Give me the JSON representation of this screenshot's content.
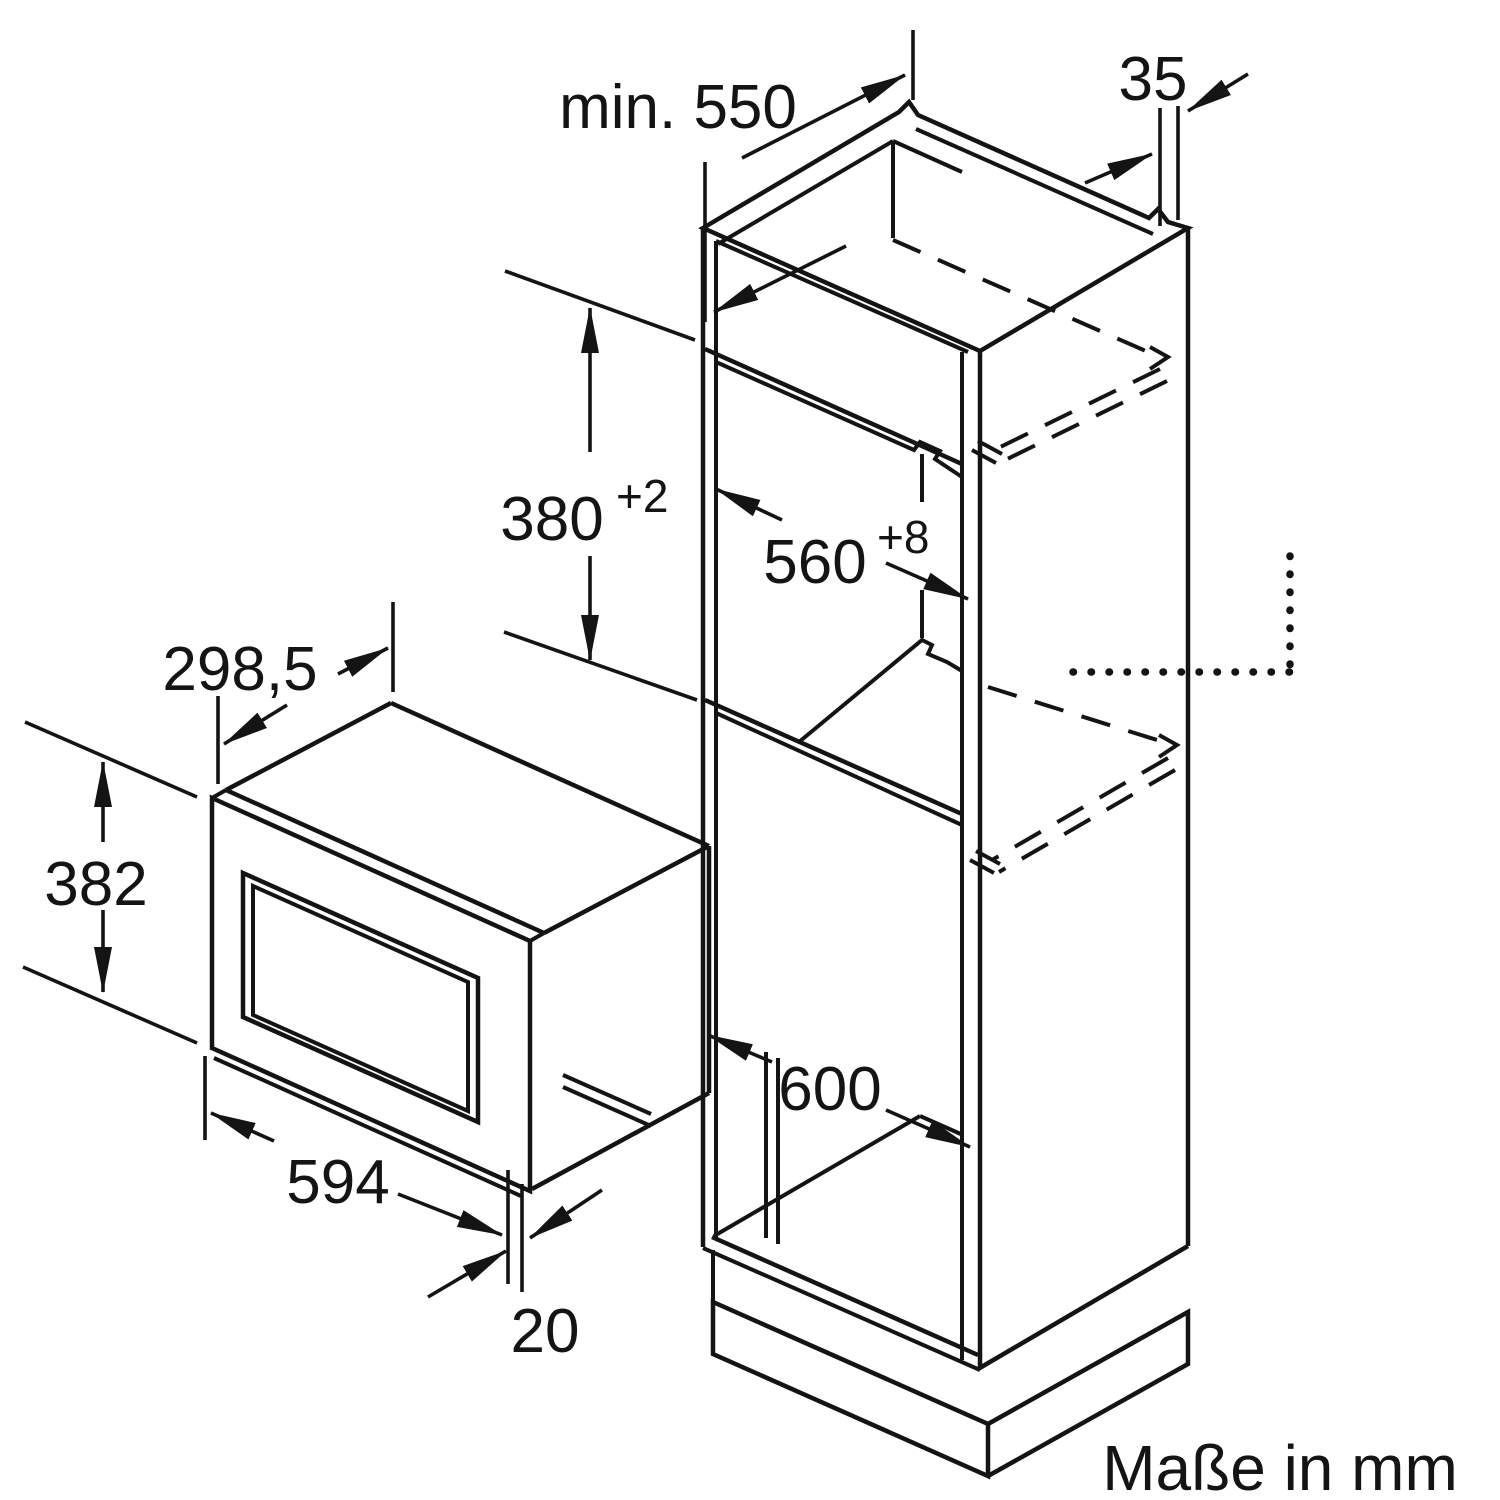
{
  "diagram": {
    "caption": "Maße in mm",
    "unit": "mm",
    "colors": {
      "line": "#141414",
      "background": "#ffffff"
    },
    "labels": {
      "min_depth": "min. 550",
      "back_gap": "35",
      "niche_height": "380",
      "niche_height_tol": "+2",
      "niche_width": "560",
      "niche_width_tol": "+8",
      "mw_depth": "298,5",
      "mw_height": "382",
      "mw_width": "594",
      "door_overhang": "20",
      "cabinet_width": "600"
    }
  }
}
